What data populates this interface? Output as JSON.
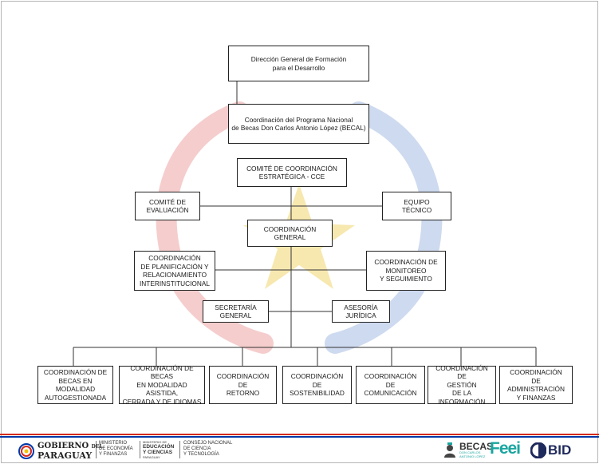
{
  "org_chart": {
    "direccion": "Dirección General de Formación\npara el Desarrollo",
    "coordinacion_programa": "Coordinación del Programa Nacional\nde Becas Don Carlos Antonio López (BECAL)",
    "comite_coordinacion": "COMITÉ DE COORDINACIÓN\nESTRATÉGICA - CCE",
    "comite_evaluacion": "COMITÉ DE\nEVALUACIÓN",
    "equipo_tecnico": "EQUIPO\nTÉCNICO",
    "coordinacion_general": "COORDINACIÓN GENERAL",
    "planificacion": "COORDINACIÓN\nDE PLANIFICACIÓN Y\nRELACIONAMIENTO\nINTERINSTITUCIONAL",
    "monitoreo": "COORDINACIÓN  DE\nMONITOREO\nY SEGUIMIENTO",
    "secretaria": "SECRETARÍA\nGENERAL",
    "asesoria": "ASESORÍA\nJURÍDICA",
    "bottom": [
      "COORDINACIÓN DE\nBECAS EN MODALIDAD\nAUTOGESTIONADA",
      "COORDINACIÓN DE BECAS\nEN MODALIDAD ASISTIDA,\nCERRADA Y DE IDIOMAS",
      "COORDINACIÓN DE\nRETORNO",
      "COORDINACIÓN DE\nSOSTENIBILIDAD",
      "COORDINACIÓN\nDE COMUNICACIÓN",
      "COORDINACIÓN  DE\nGESTIÓN\nDE LA INFORMACIÓN",
      "COORDINACIÓN\nDE ADMINISTRACIÓN\nY FINANZAS"
    ]
  },
  "footer": {
    "gobierno_line1": "GOBIERNO",
    "gobierno_del": "DEL",
    "gobierno_line2": "PARAGUAY",
    "ministerio_economia": "MINISTERIO\nDE ECONOMÍA\nY FINANZAS",
    "ministerio_educacion_top": "MINISTERIO DE",
    "ministerio_educacion": "EDUCACIÓN\nY CIENCIAS",
    "ministerio_educacion_sub": "PARAGUAY",
    "conacyt": "CONSEJO NACIONAL\nDE CIENCIA\nY TECNOLOGÍA",
    "becas": "BECAS",
    "becas_sub": "DON CARLOS\nANTONIO LÓPEZ",
    "feei": "Feei",
    "bid": "BID"
  },
  "colors": {
    "box_border": "#222222",
    "connector": "#333333",
    "watermark_red": "#f4c8c8",
    "watermark_blue": "#c9d6ee",
    "watermark_star": "#f7e6a8",
    "flag_red": "#d52b1e",
    "flag_blue": "#0038a8",
    "feei_teal": "#1aa6a0",
    "bid_navy": "#1f2a5c"
  }
}
